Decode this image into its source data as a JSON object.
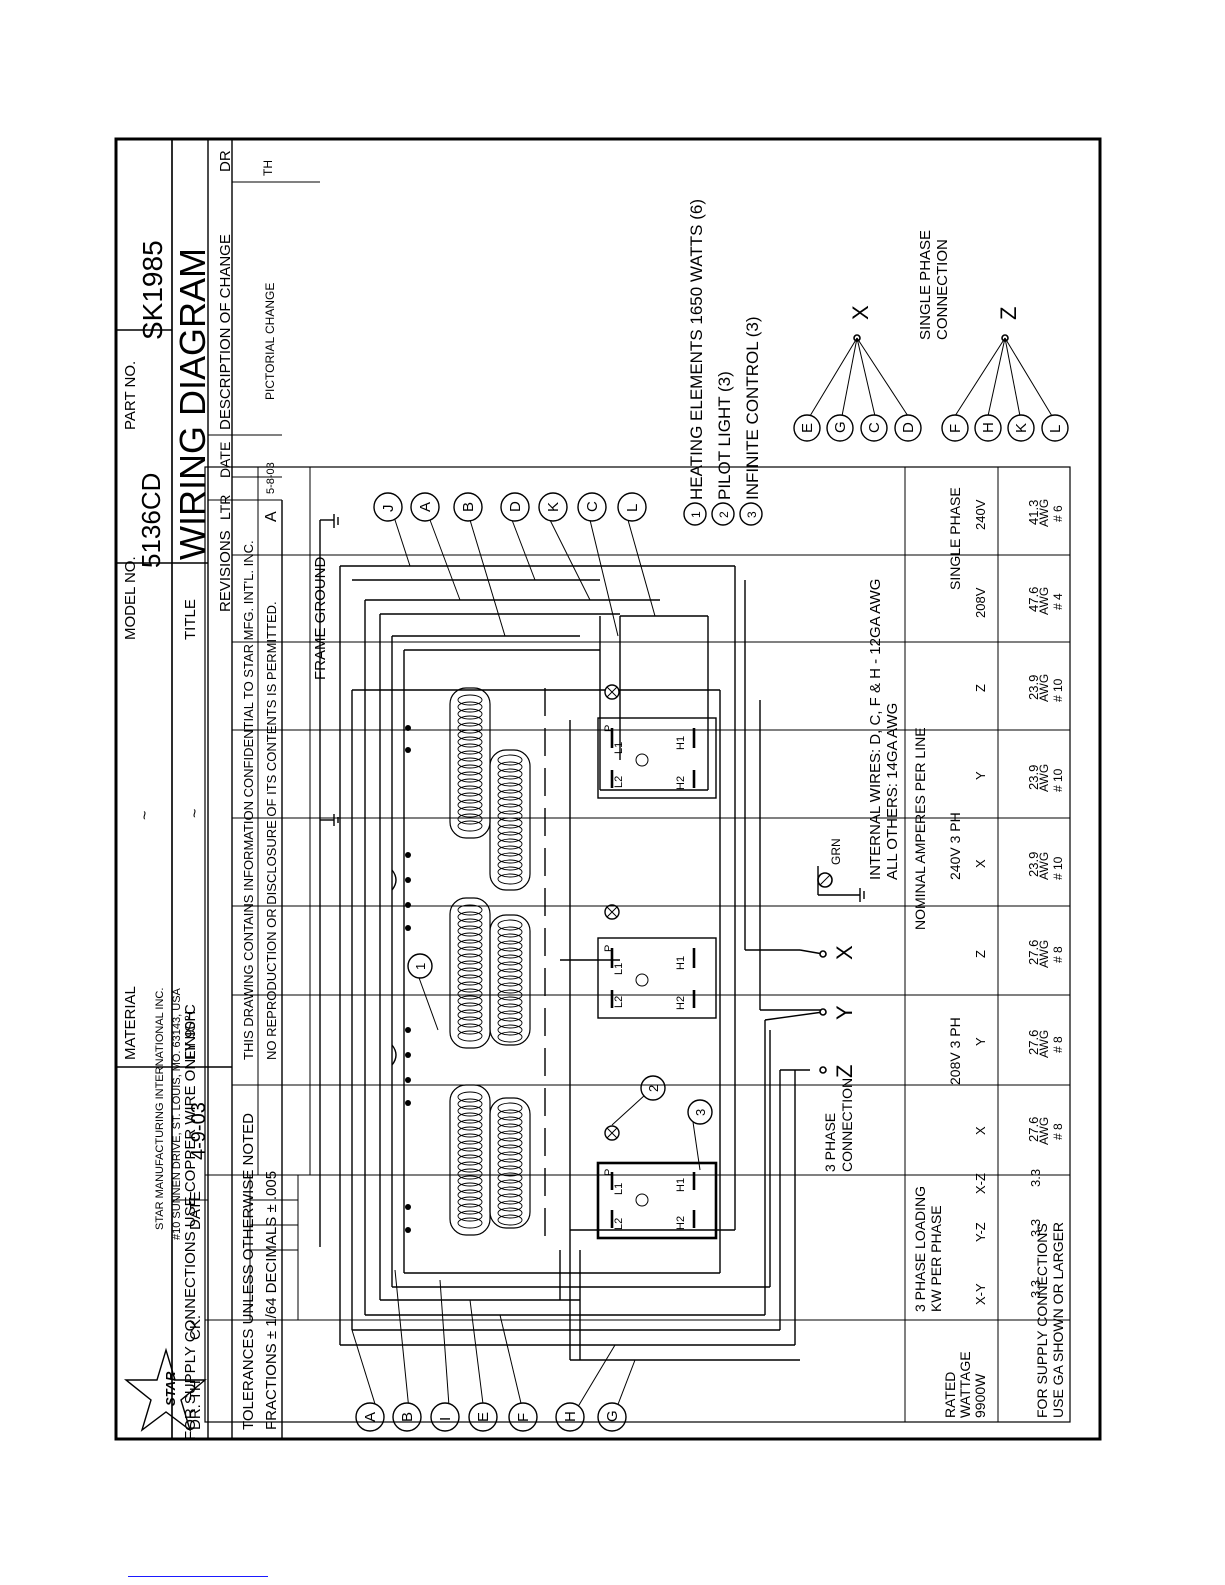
{
  "title_block": {
    "model_no_label": "MODEL NO.",
    "model_no": "5136CD",
    "part_no_label": "PART NO.",
    "part_no": "SK1985",
    "title_label": "TITLE",
    "title": "WIRING DIAGRAM",
    "material_label": "MATERIAL",
    "material_value": "~",
    "finish_label": "FINISH",
    "finish_value": "~",
    "company": "STAR MANUFACTURING INTERNATIONAL INC.",
    "address": "#10 SUNNEN DRIVE, ST. LOUIS, MO. 63143, USA",
    "dr_label": "DR. TH",
    "ck_label": "CK.",
    "date_label": "DATE",
    "date_value": "4-9-03",
    "tolerances": "TOLERANCES UNLESS OTHERWISE NOTED",
    "fractions": "FRACTIONS ± 1/64    DECIMALS ± .005",
    "confidential_1": "THIS DRAWING CONTAINS INFORMATION CONFIDENTIAL TO STAR MFG. INT'L. INC.",
    "confidential_2": "NO REPRODUCTION OR DISCLOSURE OF ITS CONTENTS IS PERMITTED.",
    "revisions_label": "REVISIONS",
    "ltr_label": "LTR",
    "rev_date_label": "DATE",
    "desc_label": "DESCRIPTION OF CHANGE",
    "dr_col_label": "DR",
    "rev_ltr": "A",
    "rev_date": "5-8-03",
    "rev_desc": "PICTORIAL CHANGE",
    "rev_dr": "TH"
  },
  "legend": {
    "item1": "HEATING ELEMENTS 1650 WATTS (6)",
    "item2": "PILOT LIGHT (3)",
    "item3": "INFINITE CONTROL (3)"
  },
  "notes": {
    "frame_ground": "FRAME GROUND",
    "grn": "GRN",
    "internal_wires_1": "INTERNAL WIRES: D, C, F & H  -  12GA AWG",
    "internal_wires_2": "ALL OTHERS: 14GA AWG",
    "supply_note": "FOR SUPPLY CONNECTIONS USE COPPER WIRE ONLY 90°C",
    "three_phase_1": "3 PHASE",
    "three_phase_2": "CONNECTION",
    "single_phase_1": "SINGLE PHASE",
    "single_phase_2": "CONNECTION"
  },
  "terminals": {
    "x": "X",
    "y": "Y",
    "z": "Z"
  },
  "wire_labels_left": [
    "A",
    "B",
    "I",
    "E",
    "F",
    "H",
    "G"
  ],
  "wire_labels_right": [
    "J",
    "A",
    "B",
    "D",
    "K",
    "C",
    "L"
  ],
  "single_phase_x": [
    "E",
    "G",
    "C",
    "D"
  ],
  "single_phase_z": [
    "F",
    "H",
    "K",
    "L"
  ],
  "control_labels": {
    "l1": "L1",
    "l2": "L2",
    "h1": "H1",
    "h2": "H2",
    "p": "P"
  },
  "table": {
    "rated_1": "RATED",
    "rated_2": "WATTAGE",
    "rated_value": "9900W",
    "loading_1": "3 PHASE LOADING",
    "loading_2": "KW PER PHASE",
    "loading_cols": [
      "X-Y",
      "Y-Z",
      "X-Z"
    ],
    "loading_vals": [
      "3.3",
      "3.3",
      "3.3"
    ],
    "amperes_header": "NOMINAL AMPERES PER LINE",
    "g208": "208V 3 PH",
    "g240": "240V 3 PH",
    "gsingle": "SINGLE PHASE",
    "cols": [
      "X",
      "Y",
      "Z",
      "X",
      "Y",
      "Z",
      "208V",
      "240V"
    ],
    "amps": [
      "27.6",
      "27.6",
      "27.6",
      "23.9",
      "23.9",
      "23.9",
      "47.6",
      "41.3"
    ],
    "awg_top": "AWG",
    "gauges": [
      "# 8",
      "# 8",
      "# 8",
      "# 10",
      "# 10",
      "# 10",
      "# 4",
      "# 6"
    ],
    "footer_1": "FOR SUPPLY CONNECTIONS",
    "footer_2": "USE GA SHOWN OR LARGER"
  }
}
